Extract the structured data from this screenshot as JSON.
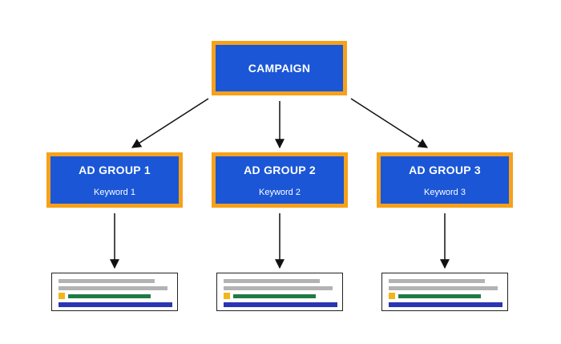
{
  "campaign": {
    "title": "CAMPAIGN"
  },
  "ad_groups": [
    {
      "title": "AD GROUP 1",
      "keyword": "Keyword 1"
    },
    {
      "title": "AD GROUP 2",
      "keyword": "Keyword 2"
    },
    {
      "title": "AD GROUP 3",
      "keyword": "Keyword 3"
    }
  ],
  "colors": {
    "box_fill": "#1a56d6",
    "box_border": "#f6a11a",
    "text": "#ffffff",
    "ad_gray": "#b3b3b3",
    "ad_yellow": "#f3b51b",
    "ad_green": "#1e7b45",
    "ad_blue": "#2a35b5",
    "arrow": "#111111"
  }
}
